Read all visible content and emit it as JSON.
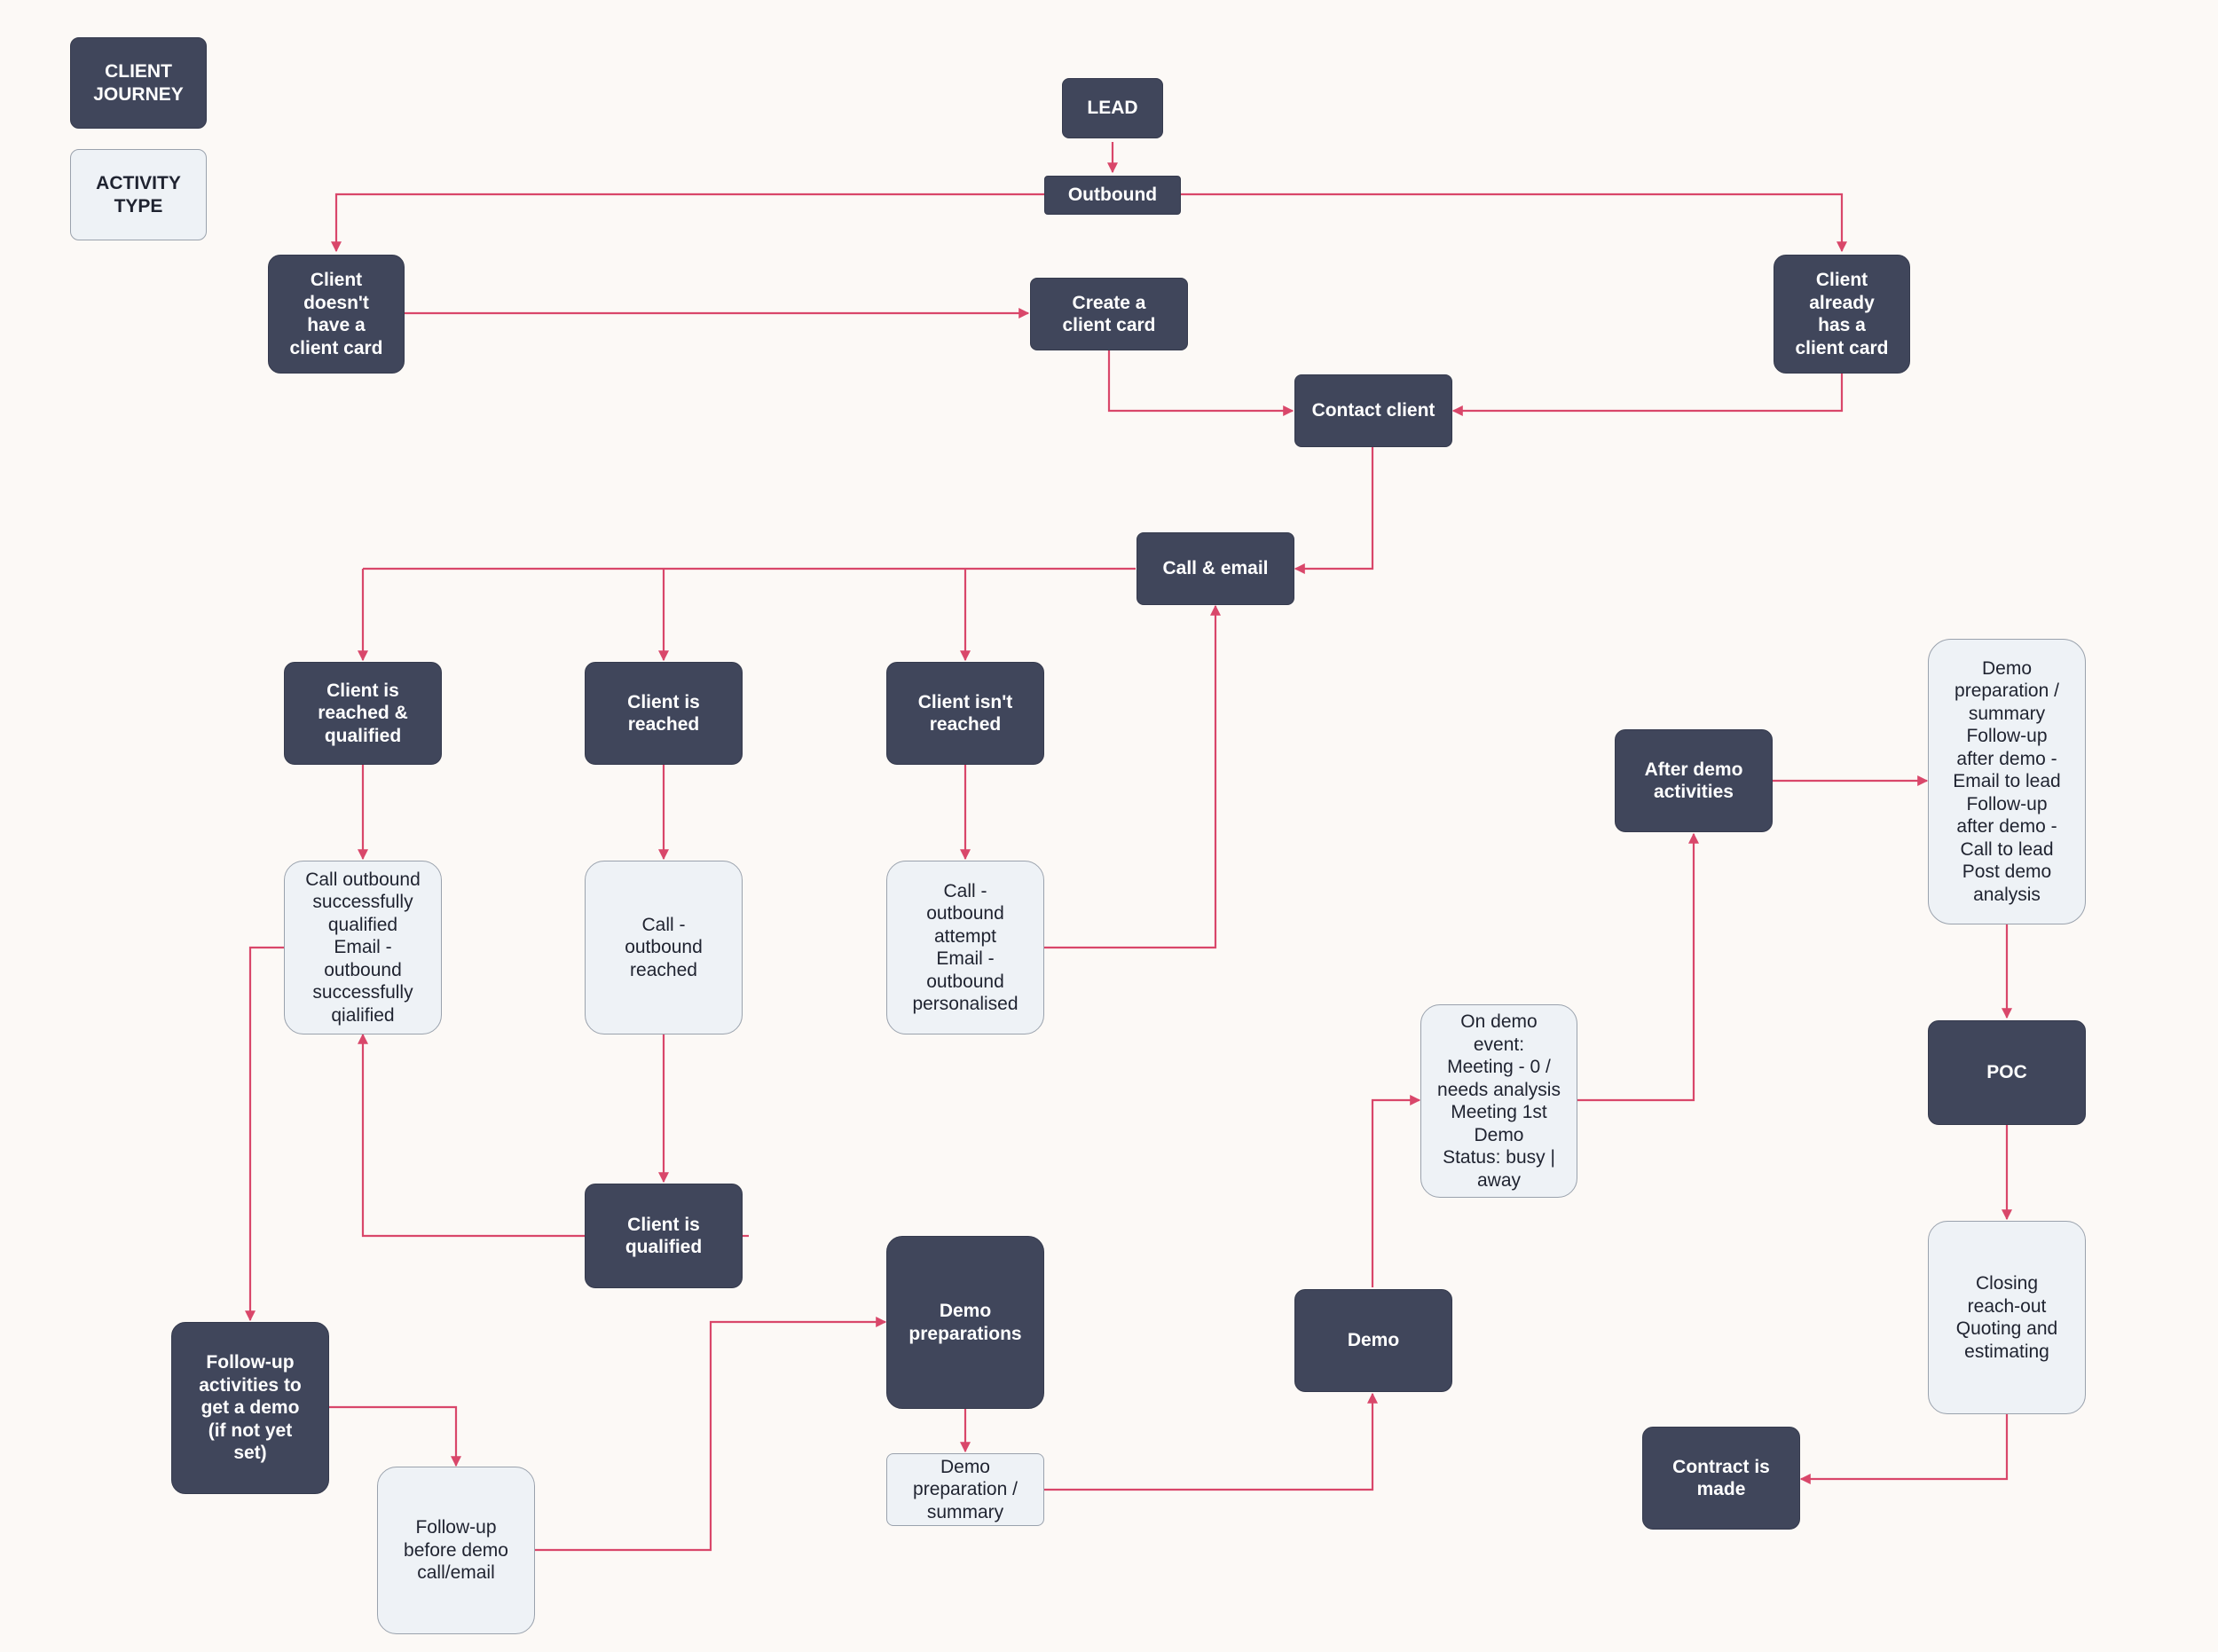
{
  "legend": {
    "client_journey": "CLIENT\nJOURNEY",
    "activity_type": "ACTIVITY\nTYPE"
  },
  "nodes": {
    "lead": "LEAD",
    "outbound": "Outbound",
    "no_card": "Client\ndoesn't\nhave a\nclient card",
    "create_card": "Create a\nclient card",
    "has_card": "Client\nalready\nhas a\nclient card",
    "contact_client": "Contact client",
    "call_email": "Call & email",
    "reached_qualified": "Client is\nreached &\nqualified",
    "reached": "Client is\nreached",
    "not_reached": "Client isn't\nreached",
    "call_qualified": "Call outbound\nsuccessfully\nqualified\nEmail -\noutbound\nsuccessfully\nqialified",
    "call_reached": "Call -\noutbound\nreached",
    "call_attempt": "Call -\noutbound\nattempt\nEmail -\noutbound\npersonalised",
    "qualified": "Client is\nqualified",
    "followup_activities": "Follow-up\nactivities to\nget a demo\n(if not yet\nset)",
    "followup_before": "Follow-up\nbefore demo\ncall/email",
    "demo_preparations": "Demo\npreparations",
    "demo_prep_summary": "Demo\npreparation /\nsummary",
    "demo": "Demo",
    "on_demo": "On demo\nevent:\nMeeting - 0 /\nneeds analysis\nMeeting 1st\nDemo\nStatus: busy |\naway",
    "after_demo": "After demo\nactivities",
    "after_demo_list": "Demo\npreparation /\nsummary\nFollow-up\nafter demo -\nEmail to lead\nFollow-up\nafter demo -\nCall to lead\nPost demo\nanalysis",
    "poc": "POC",
    "closing": "Closing\nreach-out\nQuoting and\nestimating",
    "contract": "Contract is\nmade"
  },
  "colors": {
    "dark_node": "#40465b",
    "light_node": "#eef2f6",
    "arrow": "#d9476a",
    "background": "#fcf9f6"
  }
}
